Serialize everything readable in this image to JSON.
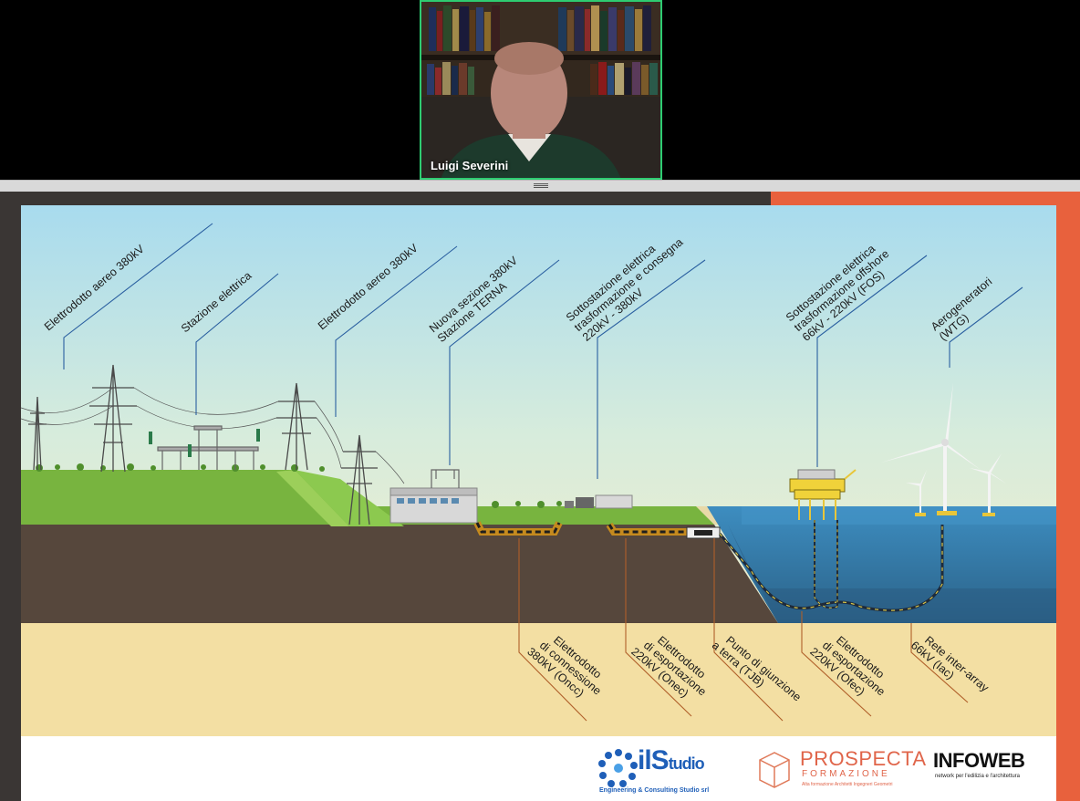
{
  "meeting": {
    "participant_name": "Luigi Severini"
  },
  "slide": {
    "labels_top": {
      "overhead_line_1": "Elettrodotto aereo 380kV",
      "substation": "Stazione elettrica",
      "overhead_line_2": "Elettrodotto aereo 380kV",
      "new_section_1": "Nuova sezione 380kV",
      "new_section_2": "Stazione TERNA",
      "onshore_sub_1": "Sottostazione elettrica",
      "onshore_sub_2": "trasformazione e consegna",
      "onshore_sub_3": "220kV - 380kV",
      "offshore_sub_1": "Sottostazione elettrica",
      "offshore_sub_2": "trasformazione offshore",
      "offshore_sub_3": "66kV - 220kV (FOS)",
      "wtg_1": "Aerogeneratori",
      "wtg_2": "(WTG)"
    },
    "labels_bottom": {
      "onc_1": "Elettrodotto",
      "onc_2": "di connessione",
      "onc_3": "380kV (Oncc)",
      "onec_1": "Elettrodotto",
      "onec_2": "di esportazione",
      "onec_3": "220kV (Onec)",
      "tjb_1": "Punto di giunzione",
      "tjb_2": "a terra (TJB)",
      "ofec_1": "Elettrodotto",
      "ofec_2": "di esportazione",
      "ofec_3": "220kV (Ofec)",
      "iac_1": "Rete inter-array",
      "iac_2": "66kV (Iac)"
    },
    "logos": {
      "ilstudio_main": "ilS",
      "ilstudio_suffix": "tudio",
      "ilstudio_tagline": "Engineering & Consulting Studio srl",
      "prospecta_main": "PROSPECTA",
      "prospecta_sub": "FORMAZIONE",
      "prospecta_tagline": "Alta formazione Architetti Ingegneri Geometri",
      "infoweb_main": "INFOWEB",
      "infoweb_tagline": "network per l'edilizia e l'architettura"
    }
  },
  "colors": {
    "speaker_border": "#2ecc71",
    "share_bg_left": "#3a3634",
    "share_bg_right": "#e8613d",
    "sky_top": "#a9dcef",
    "grass": "#7cb83e",
    "soil": "#5a4a3e",
    "sand": "#f3dfa3",
    "sea": "#3d87b4"
  }
}
